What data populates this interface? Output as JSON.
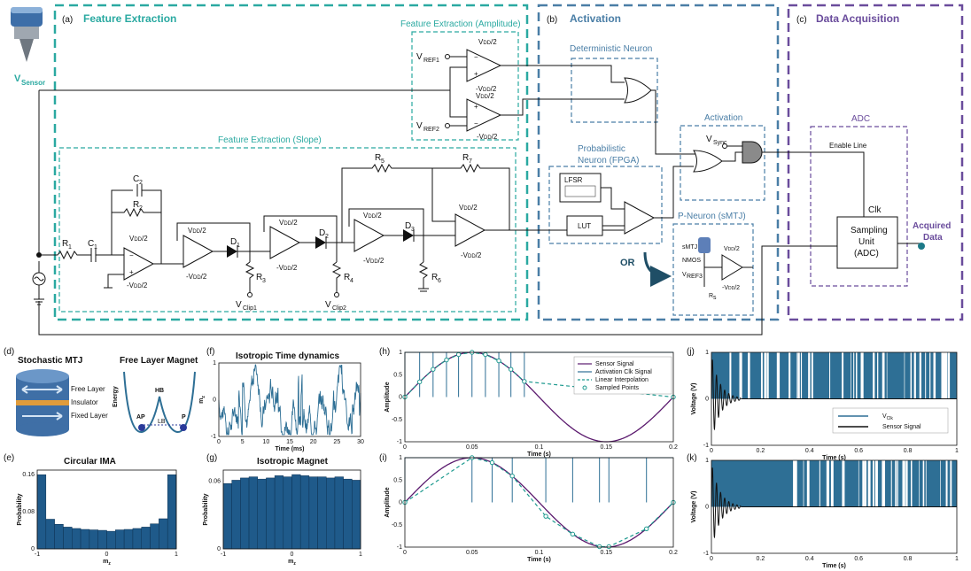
{
  "sections": {
    "a": {
      "tag": "(a)",
      "title": "Feature Extraction"
    },
    "b": {
      "tag": "(b)",
      "title": "Activation"
    },
    "c": {
      "tag": "(c)",
      "title": "Data Acquisition"
    }
  },
  "sensor_label": "V",
  "sensor_sub": "Sensor",
  "subboxes": {
    "amplitude": "Feature Extraction (Amplitude)",
    "slope": "Feature Extraction (Slope)",
    "det_neuron": "Deterministic Neuron",
    "activation": "Activation",
    "prob_neuron_1": "Probabilistic",
    "prob_neuron_2": "Neuron (FPGA)",
    "p_neuron": "P-Neuron (sMTJ)",
    "adc": "ADC"
  },
  "circuit": {
    "vref1": "V",
    "vref1_sub": "REF1",
    "vref2": "V",
    "vref2_sub": "REF2",
    "vdd_pos": "V",
    "vdd_sub": "DD",
    "vdd_suffix": "/2",
    "vdd_neg": "-V",
    "r1": "R",
    "r1_sub": "1",
    "c1": "C",
    "c1_sub": "1",
    "c2": "C",
    "c2_sub": "2",
    "r2": "R",
    "r2_sub": "2",
    "r3": "R",
    "r3_sub": "3",
    "r4": "R",
    "r4_sub": "4",
    "r5": "R",
    "r5_sub": "5",
    "r6": "R",
    "r6_sub": "6",
    "r7": "R",
    "r7_sub": "7",
    "d1": "D",
    "d1_sub": "1",
    "d2": "D",
    "d2_sub": "2",
    "d3": "D",
    "d3_sub": "3",
    "vclip1": "V",
    "vclip1_sub": "Clip1",
    "vclip2": "V",
    "vclip2_sub": "Clip2",
    "vsync": "V",
    "vsync_sub": "Sync",
    "lfsr": "LFSR",
    "lut": "LUT",
    "or": "OR",
    "smtj": "sMTJ",
    "nmos": "NMOS",
    "vbias": "V",
    "vbias_sub": "REF3",
    "rs": "R",
    "rs_sub": "s",
    "enable_line": "Enable Line",
    "clk": "Clk",
    "sampling_1": "Sampling",
    "sampling_2": "Unit",
    "sampling_3": "(ADC)",
    "acquired_1": "Acquired",
    "acquired_2": "Data"
  },
  "panel_d": {
    "tag": "(d)",
    "title": "Stochastic MTJ",
    "title2": "Free Layer Magnet",
    "free_layer": "Free Layer",
    "insulator": "Insulator",
    "fixed_layer": "Fixed Layer",
    "energy": "Energy",
    "hb": "HB",
    "lb": "LB",
    "ap": "AP",
    "p": "P"
  },
  "panel_e": {
    "tag": "(e)",
    "chart_data": {
      "type": "bar",
      "title": "Circular IMA",
      "xlabel": "m",
      "xlabel_sub": "z",
      "ylabel": "Probability",
      "xlim": [
        -1,
        1
      ],
      "ylim": [
        0,
        0.17
      ],
      "xticks": [
        "-1",
        "0",
        "1"
      ],
      "yticks": [
        "0",
        "0.08",
        "0.16"
      ],
      "values": [
        0.16,
        0.064,
        0.053,
        0.047,
        0.044,
        0.042,
        0.041,
        0.04,
        0.038,
        0.041,
        0.042,
        0.044,
        0.047,
        0.054,
        0.065,
        0.16
      ]
    }
  },
  "panel_f": {
    "tag": "(f)",
    "chart_data": {
      "type": "line",
      "title": "Isotropic Time dynamics",
      "xlabel": "Time (ms)",
      "ylabel": "m",
      "ylabel_sub": "z",
      "xlim": [
        0,
        30
      ],
      "xticks": [
        "0",
        "5",
        "10",
        "15",
        "20",
        "25",
        "30"
      ],
      "yticks": [
        "-1",
        "0",
        "1"
      ]
    }
  },
  "panel_g": {
    "tag": "(g)",
    "chart_data": {
      "type": "bar",
      "title": "Isotropic Magnet",
      "xlabel": "m",
      "xlabel_sub": "z",
      "ylabel": "Probability",
      "xlim": [
        -1,
        1
      ],
      "ylim": [
        0,
        0.07
      ],
      "xticks": [
        "-1",
        "0",
        "1"
      ],
      "yticks": [
        "0",
        "0.06"
      ],
      "values": [
        0.058,
        0.061,
        0.063,
        0.064,
        0.062,
        0.063,
        0.065,
        0.064,
        0.066,
        0.065,
        0.064,
        0.064,
        0.063,
        0.064,
        0.062,
        0.061
      ]
    }
  },
  "panel_h": {
    "tag": "(h)",
    "chart_data": {
      "type": "line",
      "xlabel": "Time (s)",
      "ylabel": "Amplitude",
      "xlim": [
        0,
        0.2
      ],
      "ylim": [
        -1,
        1
      ],
      "xticks": [
        "0",
        "0.05",
        "0.1",
        "0.15",
        "0.2"
      ],
      "yticks": [
        "-1",
        "-0.5",
        "0",
        "0.5",
        "1"
      ],
      "legend": [
        "Sensor Signal",
        "Activation Clk Signal",
        "Linear Interpolation",
        "Sampled Points"
      ],
      "sampled_x": [
        0,
        0.011,
        0.021,
        0.031,
        0.04,
        0.05,
        0.06,
        0.07,
        0.079,
        0.089,
        0.2
      ],
      "sampled_y": [
        0,
        0.34,
        0.62,
        0.83,
        0.95,
        1.0,
        0.95,
        0.81,
        0.62,
        0.35,
        0
      ]
    }
  },
  "panel_i": {
    "tag": "(i)",
    "chart_data": {
      "type": "line",
      "xlabel": "Time (s)",
      "ylabel": "Amplitude",
      "xlim": [
        0,
        0.2
      ],
      "ylim": [
        -1,
        1
      ],
      "xticks": [
        "0",
        "0.05",
        "0.1",
        "0.15",
        "0.2"
      ],
      "yticks": [
        "-1",
        "-0.5",
        "0",
        "0.5",
        "1"
      ],
      "sampled_x": [
        0,
        0.05,
        0.065,
        0.08,
        0.105,
        0.125,
        0.145,
        0.152,
        0.18,
        0.2
      ],
      "sampled_y": [
        0,
        1.0,
        0.89,
        0.59,
        -0.31,
        -0.71,
        -0.99,
        -0.99,
        -0.59,
        0
      ]
    }
  },
  "panel_j": {
    "tag": "(j)",
    "chart_data": {
      "type": "line",
      "xlabel": "Time (s)",
      "ylabel": "Voltage (V)",
      "xlim": [
        0,
        1
      ],
      "ylim": [
        -1,
        1
      ],
      "xticks": [
        "0",
        "0.2",
        "0.4",
        "0.6",
        "0.8",
        "1"
      ],
      "yticks": [
        "-1",
        "0",
        "1"
      ],
      "legend_clk": "V",
      "legend_clk_sub": "Clk",
      "legend_sensor": "Sensor Signal"
    }
  },
  "panel_k": {
    "tag": "(k)",
    "chart_data": {
      "type": "line",
      "xlabel": "Time (s)",
      "ylabel": "Voltage (V)",
      "xlim": [
        0,
        1
      ],
      "ylim": [
        -1,
        1
      ],
      "xticks": [
        "0",
        "0.2",
        "0.4",
        "0.6",
        "0.8",
        "1"
      ],
      "yticks": [
        "-1",
        "0",
        "1"
      ]
    }
  },
  "colors": {
    "teal": "#2aa9a1",
    "blue": "#4a7ea6",
    "purple": "#6a4c9c",
    "bar": "#1f5a8a",
    "sine": "#5b1a6e",
    "clk": "#2e6f95",
    "interp": "#1e9a8f"
  }
}
